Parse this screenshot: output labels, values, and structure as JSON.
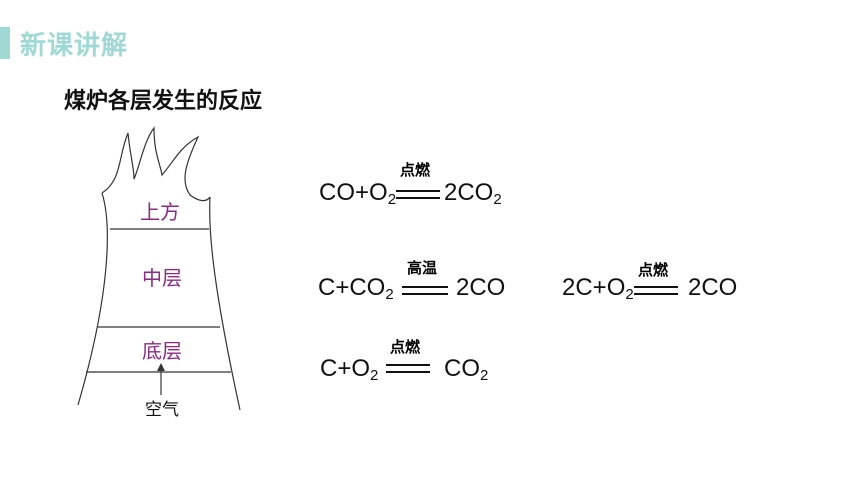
{
  "header": {
    "title": "新课讲解",
    "color": "#9fd8d4"
  },
  "subtitle": "煤炉各层发生的反应",
  "furnace": {
    "layers": [
      "上方",
      "中层",
      "底层"
    ],
    "air_label": "空气",
    "label_color": "#8b2a86"
  },
  "equations": [
    {
      "reactants": "CO+O",
      "reactants_sub": "2",
      "condition": "点燃",
      "products": "2CO",
      "products_sub": "2"
    },
    {
      "reactants": "C+CO",
      "reactants_sub": "2",
      "condition": "高温",
      "products": "2CO",
      "products_sub": ""
    },
    {
      "reactants": "2C+O",
      "reactants_sub": "2",
      "condition": "点燃",
      "products": "2CO",
      "products_sub": ""
    },
    {
      "reactants": "C+O",
      "reactants_sub": "2",
      "condition": "点燃",
      "products": "CO",
      "products_sub": "2"
    }
  ]
}
